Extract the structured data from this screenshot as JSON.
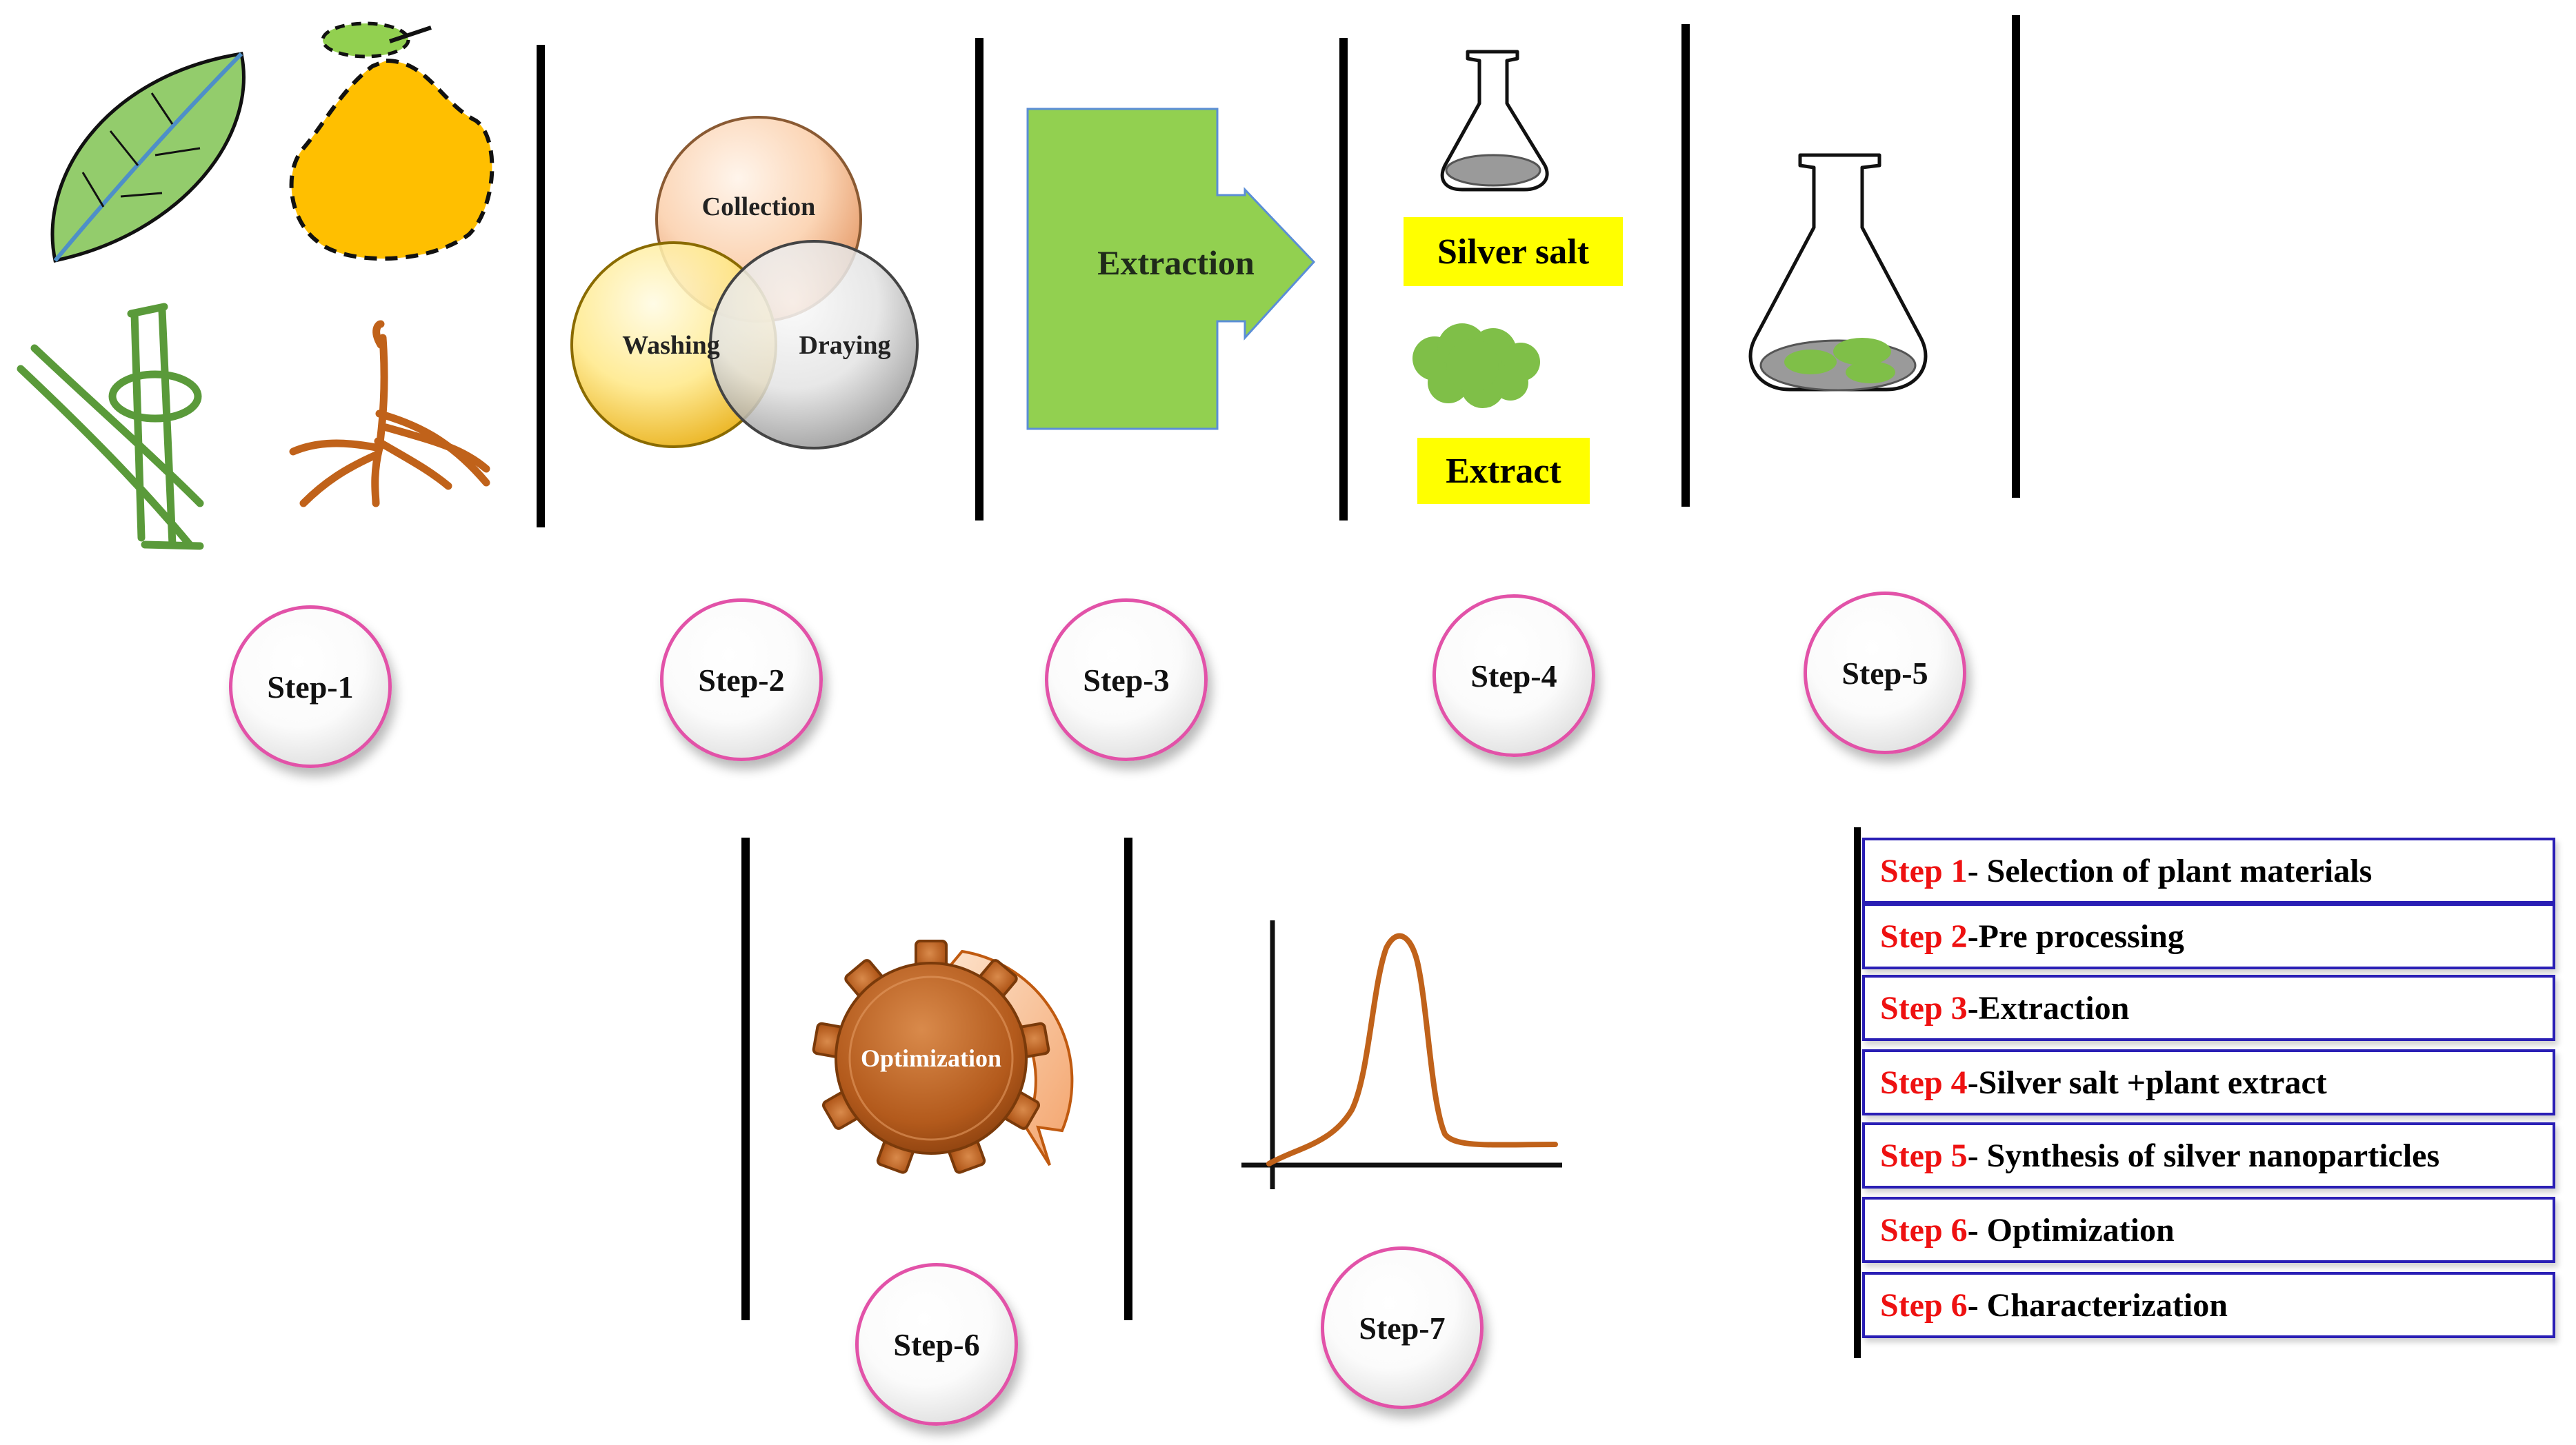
{
  "venn": {
    "top": "Collection",
    "left": "Washing",
    "right": "Draying"
  },
  "extraction_label": "Extraction",
  "step4": {
    "salt_label": "Silver salt",
    "extract_label": "Extract"
  },
  "gear_label": "Optimization",
  "steps": [
    "Step-1",
    "Step-2",
    "Step-3",
    "Step-4",
    "Step-5",
    "Step-6",
    "Step-7"
  ],
  "legend": [
    {
      "step": "Step 1",
      "text": "- Selection of plant materials"
    },
    {
      "step": "Step 2",
      "text": "-Pre processing"
    },
    {
      "step": "Step 3",
      "text": "-Extraction"
    },
    {
      "step": "Step 4",
      "text": "-Silver salt +plant extract"
    },
    {
      "step": "Step 5",
      "text": "- Synthesis of silver nanoparticles"
    },
    {
      "step": "Step 6",
      "text": "- Optimization"
    },
    {
      "step": "Step 6",
      "text": "- Characterization"
    }
  ],
  "colors": {
    "leaf": "#93cc6c",
    "fruit": "#ffbf00",
    "stem": "#5a9a3a",
    "root": "#c0621a",
    "arrow": "#92d050",
    "gear": "#c0621a",
    "legend_step": "#ee1111",
    "legend_border": "#2a1fb5",
    "circle_border": "#e252a8",
    "highlight": "#ffff00"
  }
}
